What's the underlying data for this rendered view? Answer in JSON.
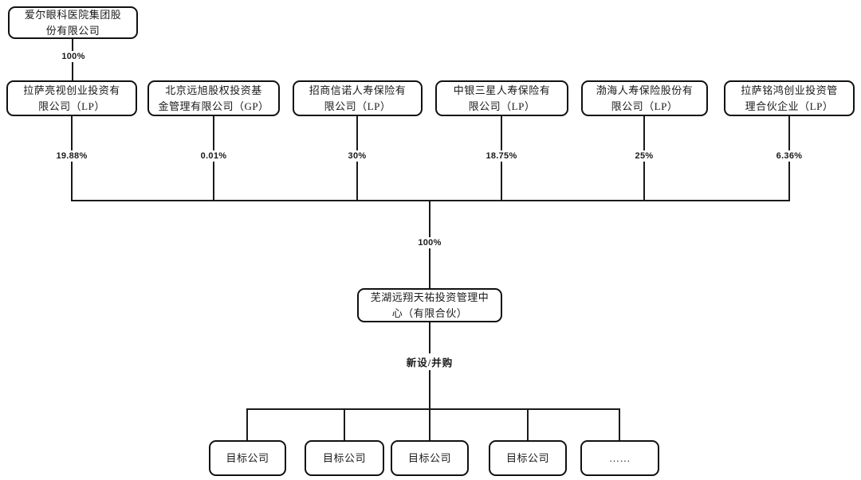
{
  "root": {
    "name": "爱尔眼科医院集团股\n份有限公司",
    "ownership_in_first_lp": "100%"
  },
  "shareholders": [
    {
      "name": "拉萨亮视创业投资有\n限公司（LP）",
      "pct": "19.88%"
    },
    {
      "name": "北京远旭股权投资基\n金管理有限公司（GP）",
      "pct": "0.01%"
    },
    {
      "name": "招商信诺人寿保险有\n限公司（LP）",
      "pct": "30%"
    },
    {
      "name": "中银三星人寿保险有\n限公司（LP）",
      "pct": "18.75%"
    },
    {
      "name": "渤海人寿保险股份有\n限公司（LP）",
      "pct": "25%"
    },
    {
      "name": "拉萨铭鸿创业投资管\n理合伙企业（LP）",
      "pct": "6.36%"
    }
  ],
  "fund": {
    "name": "芜湖远翔天祐投资管理中\n心（有限合伙）",
    "combined_ownership": "100%"
  },
  "action_label": "新设/并购",
  "targets": [
    {
      "name": "目标公司"
    },
    {
      "name": "目标公司"
    },
    {
      "name": "目标公司"
    },
    {
      "name": "目标公司"
    },
    {
      "name": "……"
    }
  ],
  "colors": {
    "line": "#1a1a1a",
    "box_border": "#111111",
    "background": "#ffffff",
    "text": "#1a1a1a"
  }
}
